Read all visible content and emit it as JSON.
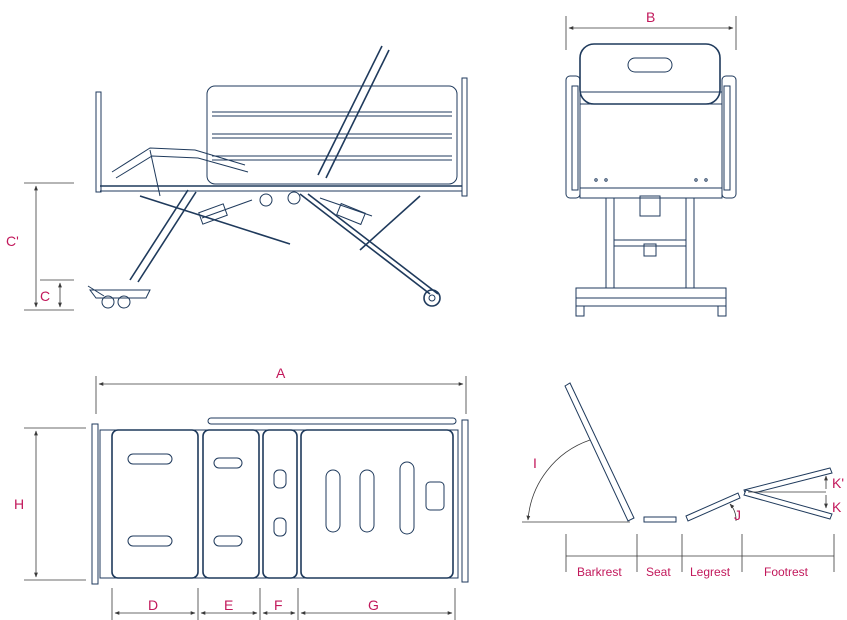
{
  "side_view": {
    "label_c_prime": "C'",
    "label_c": "C"
  },
  "end_view": {
    "label_b": "B"
  },
  "top_view": {
    "label_a": "A",
    "label_h": "H",
    "label_d": "D",
    "label_e": "E",
    "label_f": "F",
    "label_g": "G"
  },
  "angle_diagram": {
    "label_i": "I",
    "label_j": "J",
    "label_k": "K",
    "label_k_prime": "K'",
    "segments": {
      "backrest": "Barkrest",
      "seat": "Seat",
      "legrest": "Legrest",
      "footrest": "Footrest"
    }
  },
  "colors": {
    "line": "#1f3a5c",
    "label": "#c2185b",
    "dimension": "#3a3a3a"
  }
}
